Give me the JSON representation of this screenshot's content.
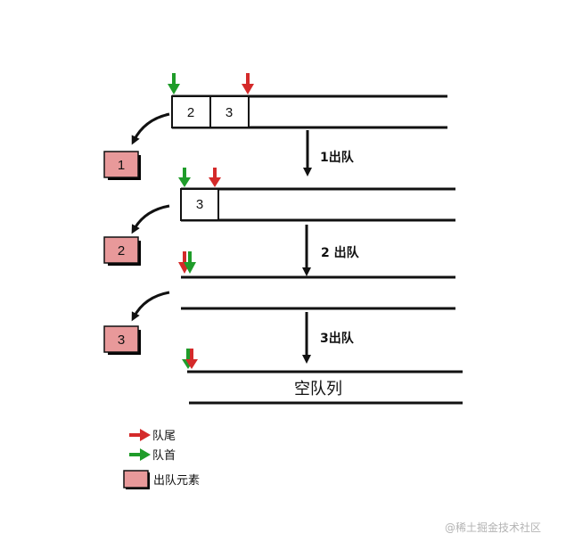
{
  "colors": {
    "tail_arrow": "#d42a2a",
    "head_arrow": "#1f9c2a",
    "dequeued_fill": "#e8999a",
    "line": "#111111"
  },
  "states": [
    {
      "cells": [
        "2",
        "3"
      ]
    },
    {
      "cells": [
        "3"
      ]
    },
    {
      "cells": []
    },
    {
      "cells": [],
      "label": "空队列"
    }
  ],
  "steps": [
    {
      "label": "1出队"
    },
    {
      "label": "2 出队"
    },
    {
      "label": "3出队"
    }
  ],
  "dequeued": [
    "1",
    "2",
    "3"
  ],
  "legend": {
    "tail": {
      "label": "队尾",
      "icon": "red-arrow-icon"
    },
    "head": {
      "label": "队首",
      "icon": "green-arrow-icon"
    },
    "dequeued": {
      "label": "出队元素",
      "icon": "pink-box-icon"
    }
  },
  "watermark": "@稀土掘金技术社区"
}
